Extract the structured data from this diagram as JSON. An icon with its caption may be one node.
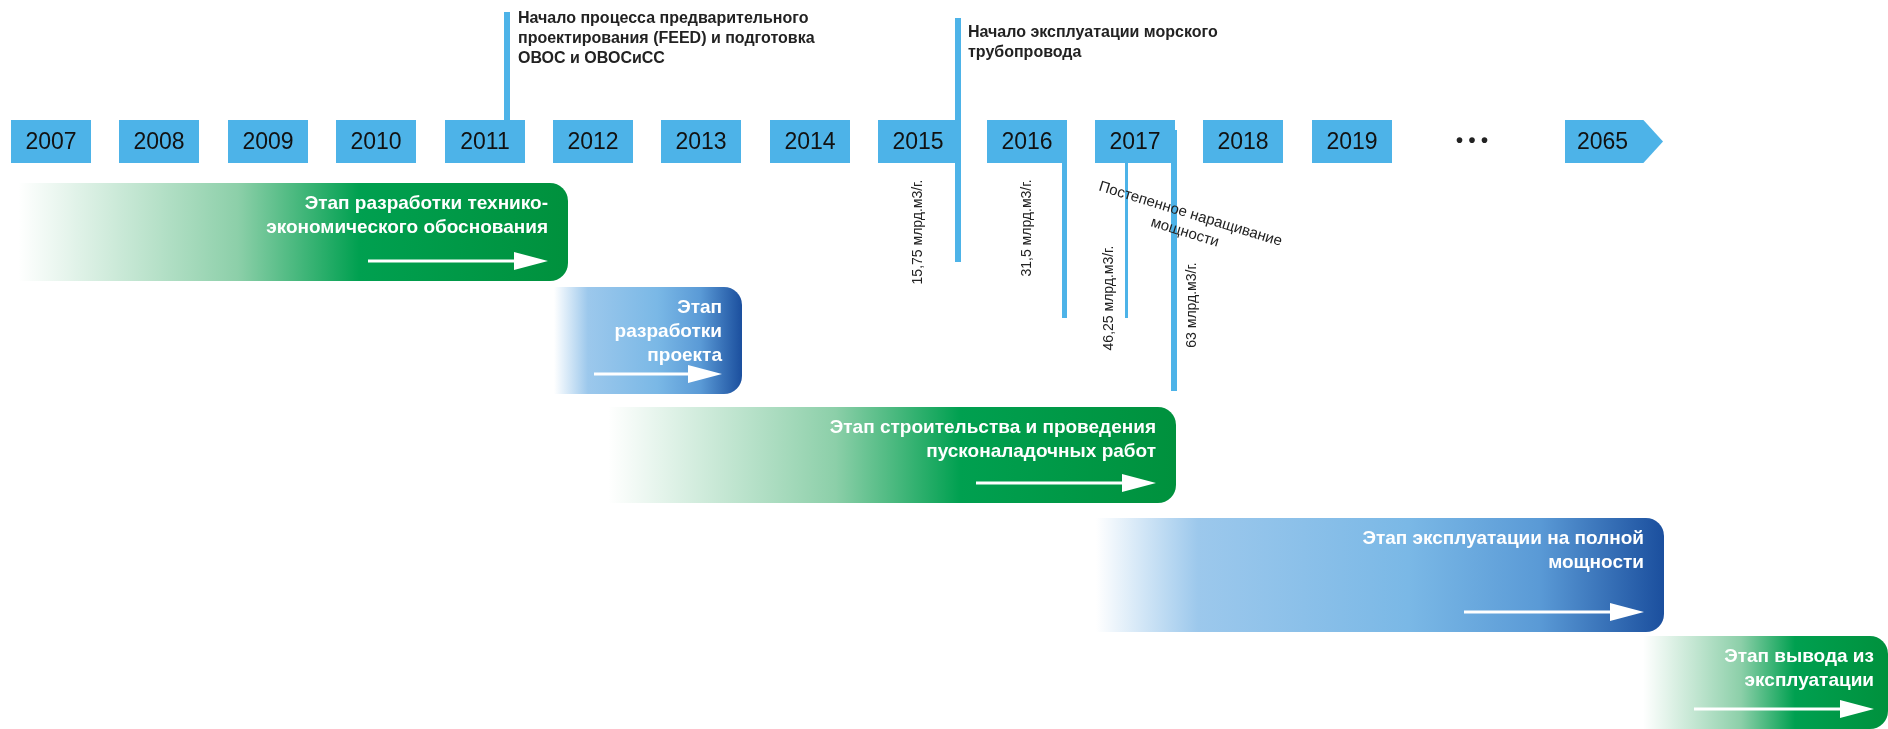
{
  "diagram": {
    "nodes": [
      {
        "text": [
          "2007"
        ]
      },
      {
        "text": [
          "2008"
        ]
      },
      {
        "text": [
          "2009"
        ]
      },
      {
        "text": [
          "2010"
        ]
      },
      {
        "text": [
          "2011"
        ]
      },
      {
        "text": [
          "2012"
        ]
      },
      {
        "text": [
          "2013"
        ]
      },
      {
        "text": [
          "2014"
        ]
      },
      {
        "text": [
          "2015"
        ]
      },
      {
        "text": [
          "2016"
        ]
      },
      {
        "text": [
          "2017"
        ]
      },
      {
        "text": [
          "2018"
        ]
      },
      {
        "text": [
          "2019"
        ]
      },
      {
        "text": [
          "2065"
        ]
      },
      {
        "text": [
          "Этап разработки технико-экономического обоснования"
        ]
      },
      {
        "text": [
          "Этап разработки проекта"
        ]
      },
      {
        "text": [
          "Этап строительства и проведения пусконаладочных работ"
        ]
      },
      {
        "text": [
          "Этап эксплуатации на полной мощности"
        ]
      },
      {
        "text": [
          "Этап вывода из эксплуатации"
        ]
      }
    ],
    "labels": [
      "Начало процесса предварительного проектирования (FEED) и подготовка ОВОС и ОВОСиСС",
      "Начало эксплуатации морского трубопровода",
      "• • •",
      "15,75 млрд.м3/г.",
      "31,5 млрд.м3/г.",
      "Постепенное наращивание мощности",
      "46,25 млрд.м3/г.",
      "63 млрд.м3/г."
    ]
  }
}
